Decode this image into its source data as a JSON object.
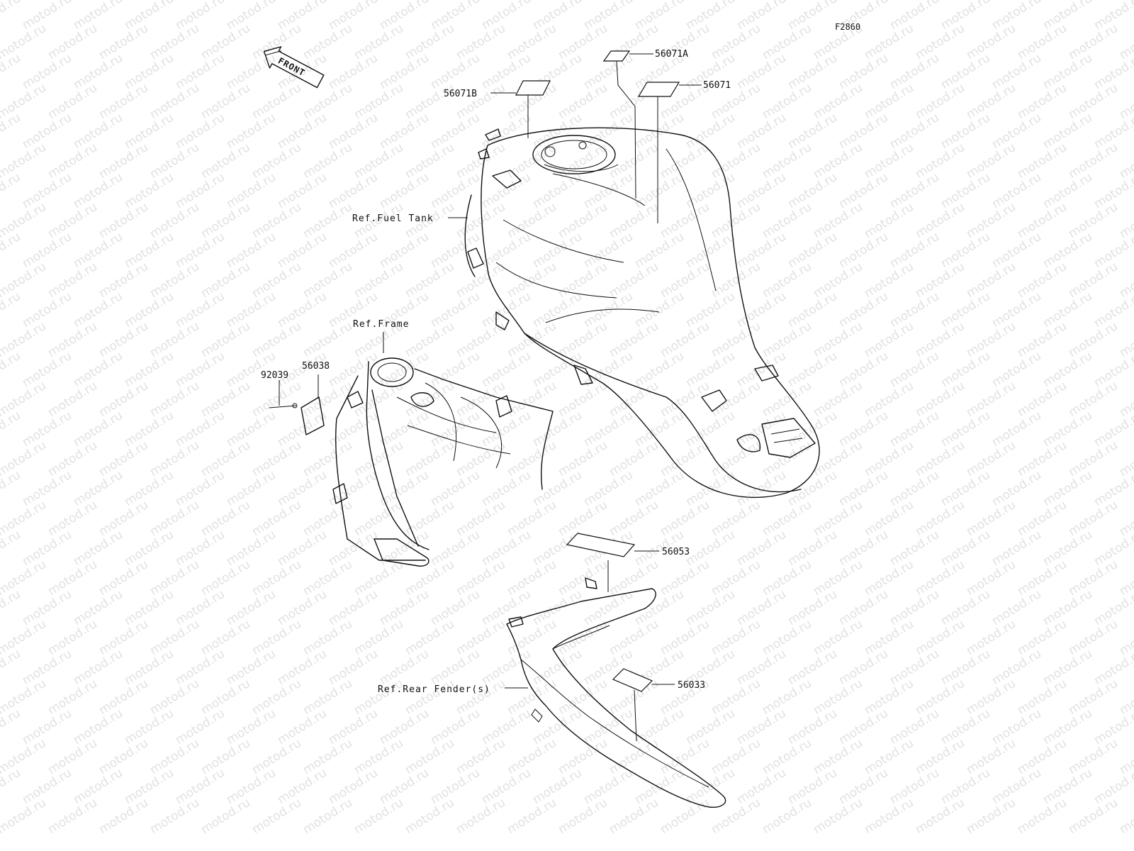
{
  "figure_code": "F2860",
  "front_arrow_text": "FRONT",
  "watermark": "motod.ru",
  "references": {
    "fuel_tank": "Ref.Fuel Tank",
    "frame": "Ref.Frame",
    "rear_fender": "Ref.Rear Fender(s)"
  },
  "parts": {
    "p56071A": "56071A",
    "p56071": "56071",
    "p56071B": "56071B",
    "p92039": "92039",
    "p56038": "56038",
    "p56053": "56053",
    "p56033": "56033"
  }
}
